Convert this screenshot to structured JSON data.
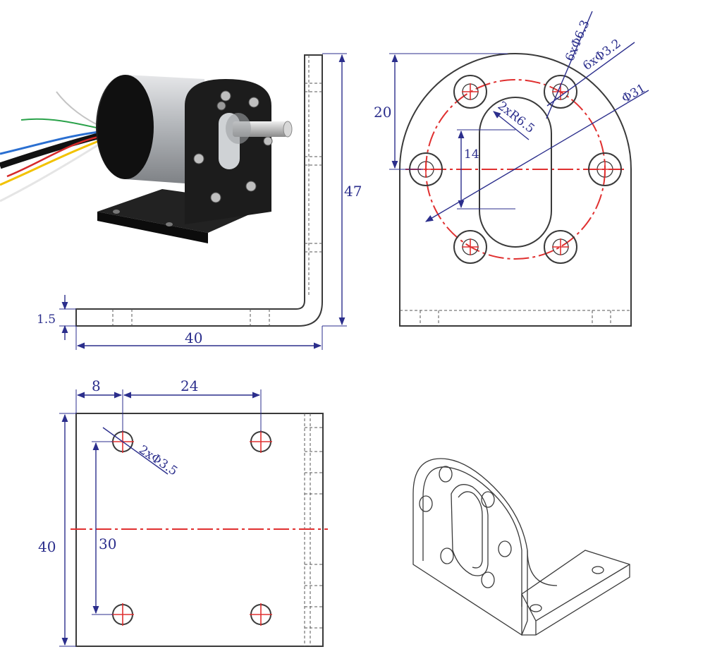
{
  "side_view": {
    "dim_height": "47",
    "dim_length": "40",
    "dim_thickness": "1.5"
  },
  "front_view": {
    "dim_hole_large": "6xΦ6.3",
    "dim_hole_small": "6xΦ3.2",
    "dim_pcd": "Φ31",
    "dim_slot_radius": "2xR6.5",
    "dim_slot_length": "14",
    "dim_center_height": "20"
  },
  "top_view": {
    "dim_offset": "8",
    "dim_hole_spacing_x": "24",
    "dim_hole": "2xΦ3.5",
    "dim_hole_spacing_y": "30",
    "dim_width": "40"
  },
  "colors": {
    "dimension": "#2b2e8c",
    "centerline": "#e03030",
    "outline": "#3a3a3a",
    "motor_body": "#1a1a1a",
    "motor_can": "#b9bcc0"
  }
}
